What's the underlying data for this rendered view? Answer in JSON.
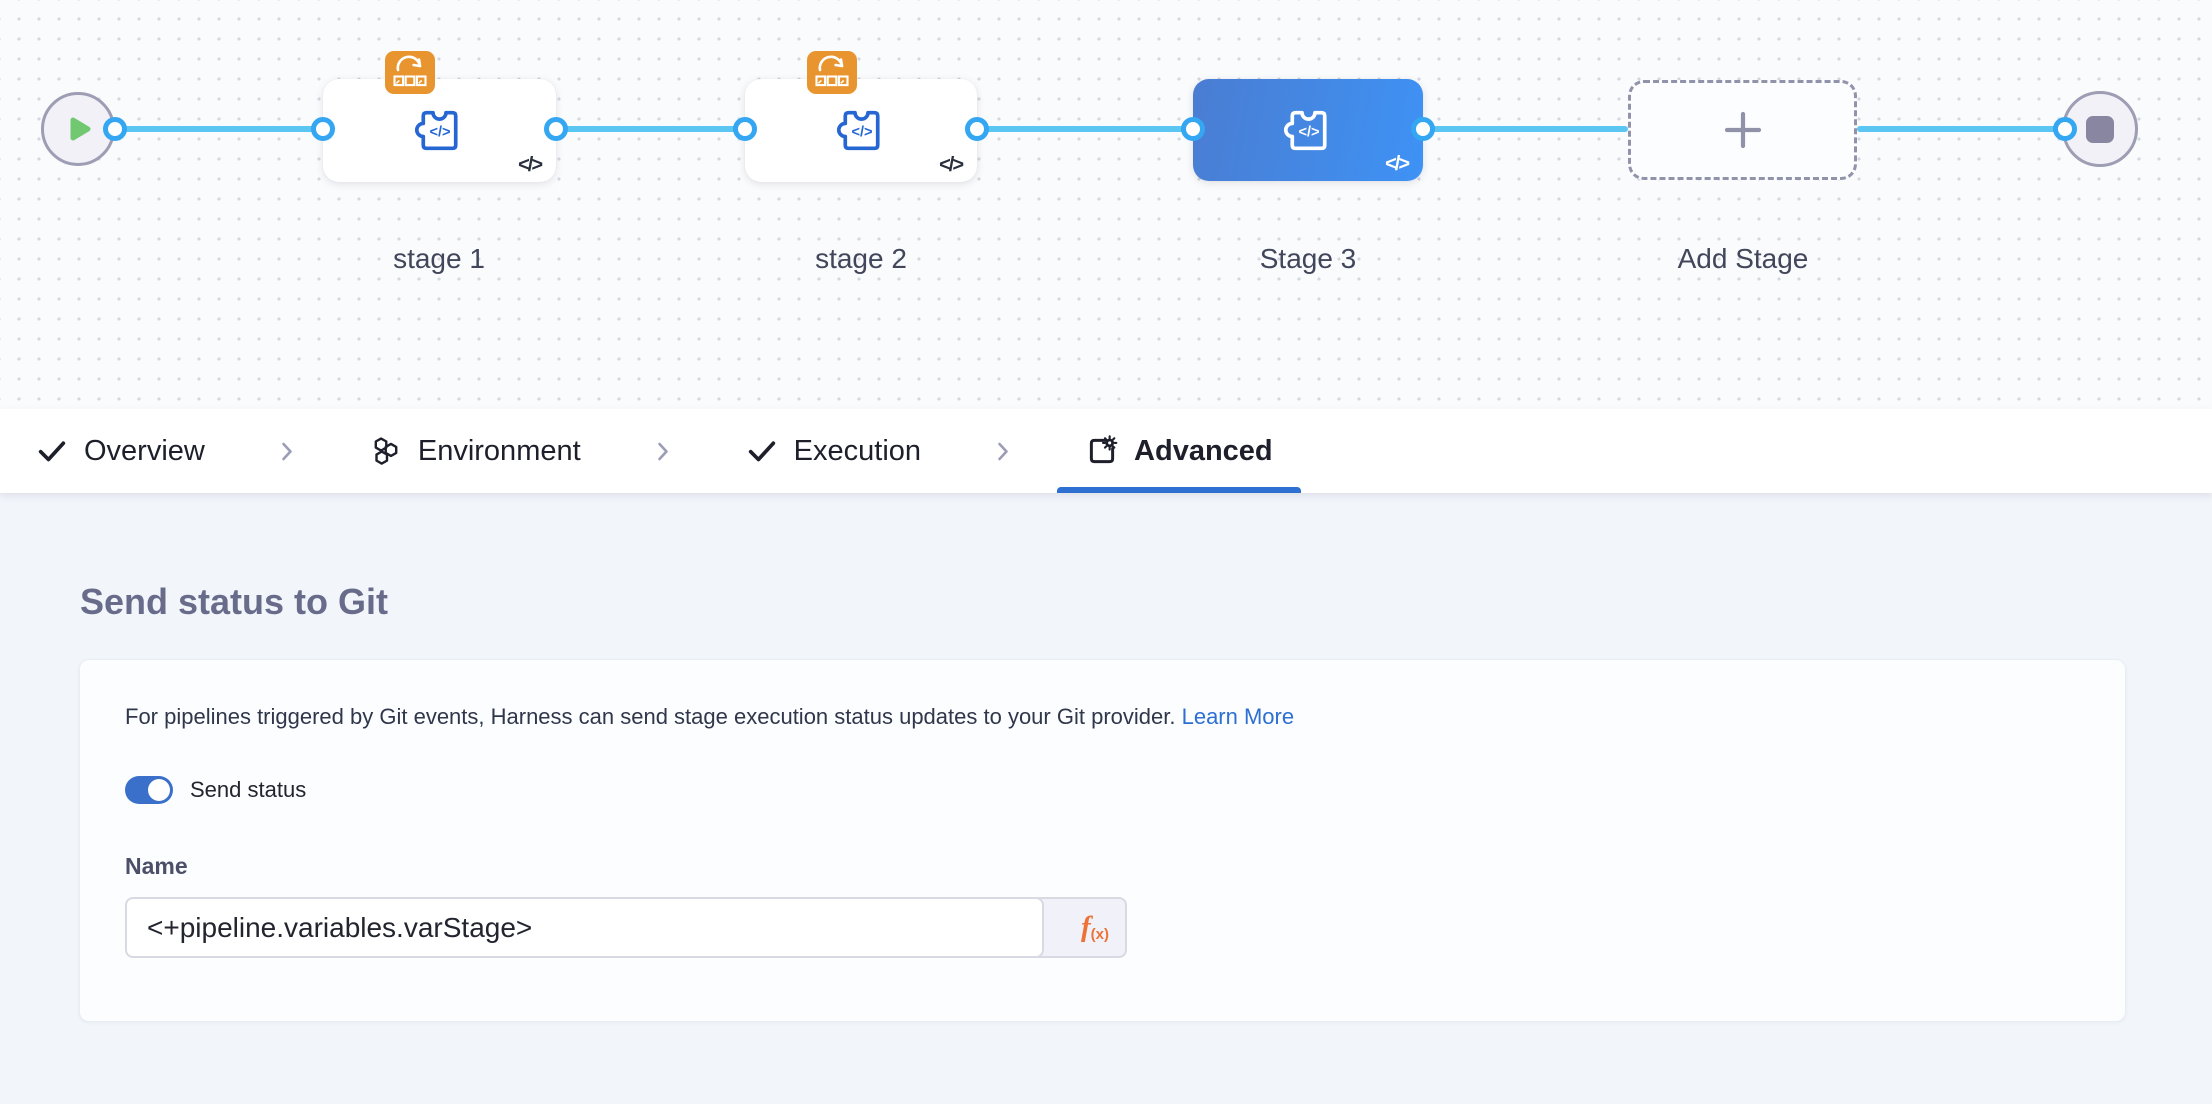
{
  "canvas": {
    "start_node": {
      "type": "start"
    },
    "stages": [
      {
        "label": "stage 1",
        "selected": false,
        "template_badge": true
      },
      {
        "label": "stage 2",
        "selected": false,
        "template_badge": true
      },
      {
        "label": "Stage 3",
        "selected": true,
        "template_badge": false
      }
    ],
    "add_stage_label": "Add Stage",
    "end_node": {
      "type": "stop"
    },
    "corner_code_glyph": "</>"
  },
  "tabbar": {
    "tabs": [
      {
        "label": "Overview",
        "icon": "check-icon",
        "selected": false
      },
      {
        "label": "Environment",
        "icon": "environment-icon",
        "selected": false
      },
      {
        "label": "Execution",
        "icon": "check-icon",
        "selected": false
      },
      {
        "label": "Advanced",
        "icon": "advanced-settings-icon",
        "selected": true
      }
    ]
  },
  "panel": {
    "title": "Send status to Git",
    "description": "For pipelines triggered by Git events, Harness can send stage execution status updates to your Git provider.",
    "link_label": "Learn More",
    "toggle": {
      "label": "Send status",
      "on": true
    },
    "name_field": {
      "label": "Name",
      "value": "<+pipeline.variables.varStage>"
    },
    "expression_button": {
      "f": "f",
      "sub": "(x)"
    }
  },
  "colors": {
    "edge": "#5cc6f2",
    "port_ring": "#35a6f2",
    "selected_stage_gradient_start": "#4a7dd2",
    "selected_stage_gradient_end": "#3e92f5",
    "stage_icon_blue": "#2566d2",
    "template_badge_orange": "#e9952f",
    "tab_underline": "#2e70d2",
    "link_blue": "#2d6fd2",
    "toggle_on_blue": "#3b70ca",
    "expression_orange": "#ee7236",
    "play_green": "#72c871"
  }
}
